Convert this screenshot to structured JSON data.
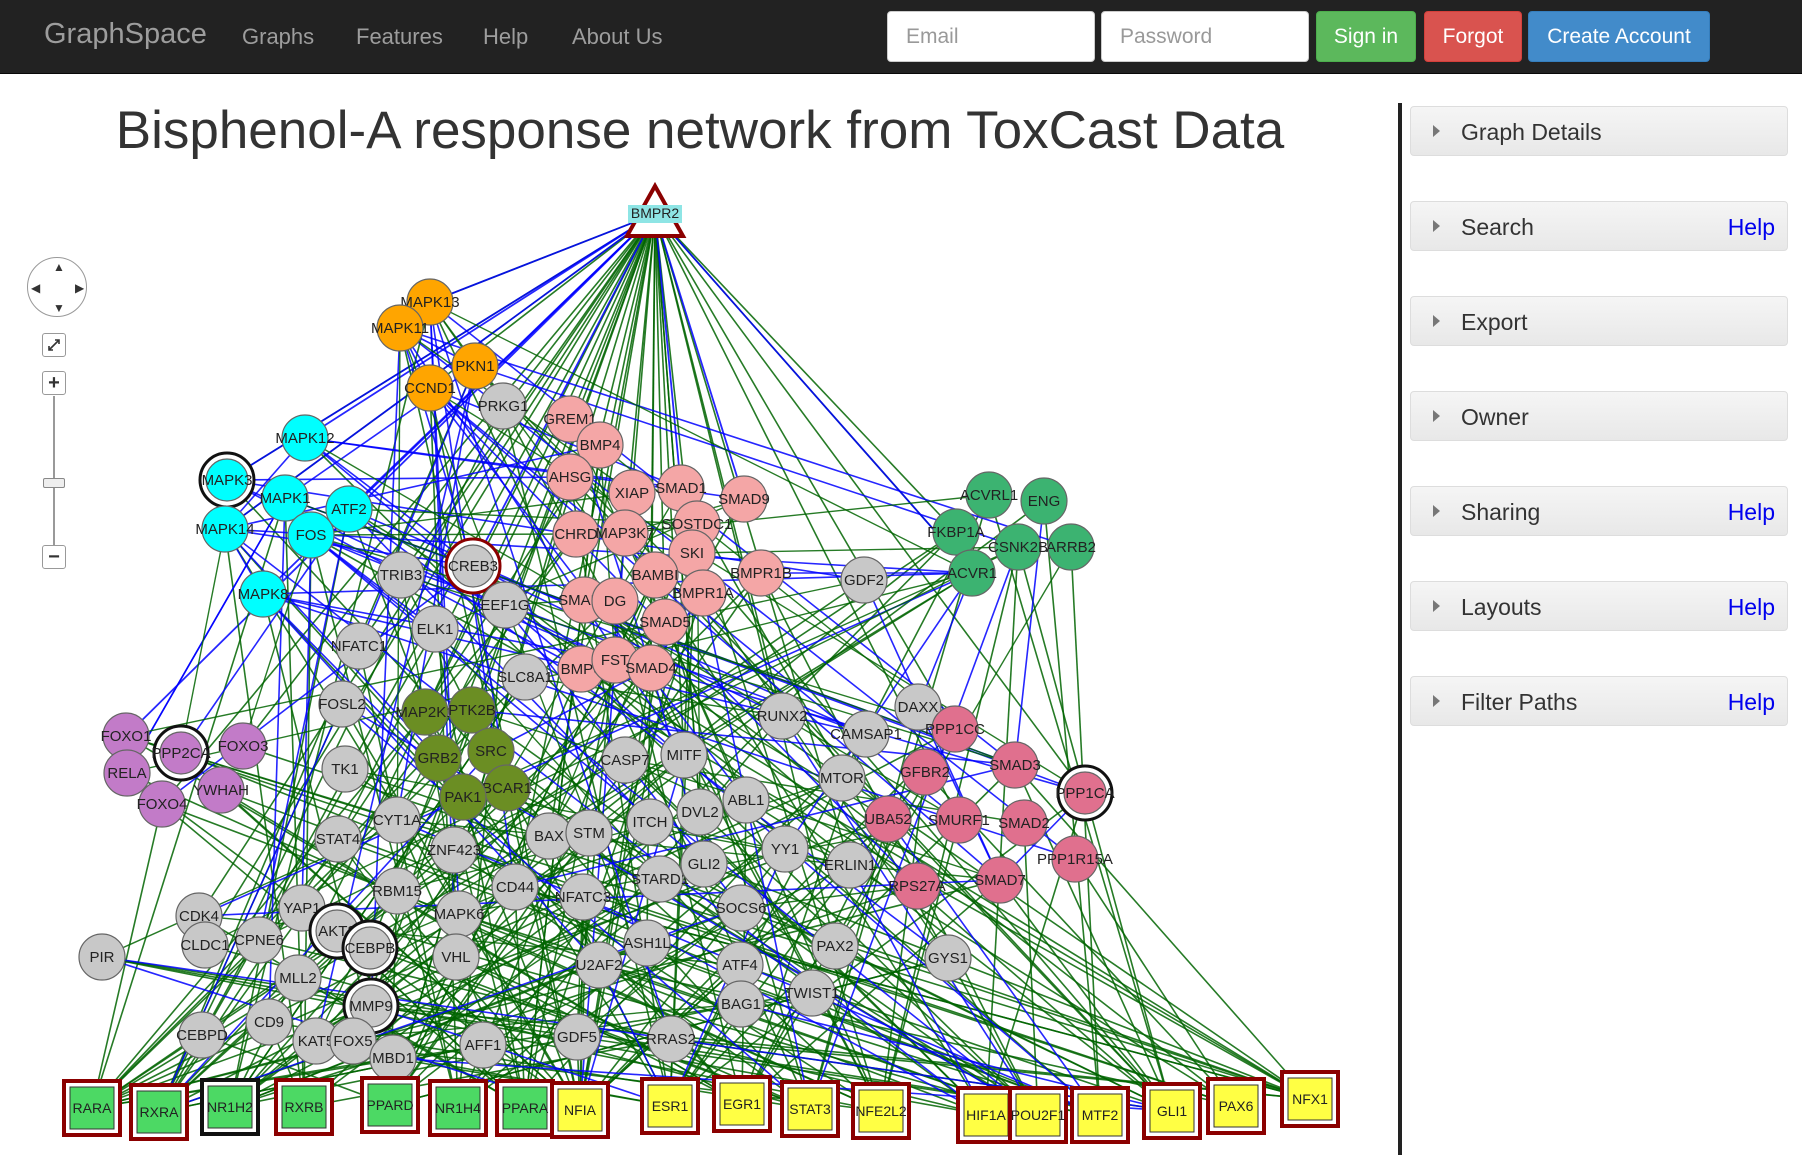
{
  "navbar": {
    "brand": "GraphSpace",
    "links": [
      "Graphs",
      "Features",
      "Help",
      "About Us"
    ],
    "email_placeholder": "Email",
    "password_placeholder": "Password",
    "signin_label": "Sign in",
    "forgot_label": "Forgot",
    "create_label": "Create Account"
  },
  "graph": {
    "title": "Bisphenol-A response network from ToxCast Data",
    "colors": {
      "orange": "#ffa500",
      "cyan": "#00ffff",
      "pink": "#f4a6a6",
      "green": "#3cb371",
      "gray": "#c8c8c8",
      "olive": "#6b8e23",
      "purple": "#c27bc8",
      "rose": "#e0708e",
      "receptor_green": "#4cd964",
      "receptor_yellow": "#ffff44",
      "edge_blue": "#0000ff",
      "edge_green": "#006400",
      "border_red": "#8b0000"
    },
    "nodes": [
      {
        "id": "BMPR2",
        "group": "source"
      },
      {
        "id": "MAPK13",
        "group": "orange"
      },
      {
        "id": "MAPK11",
        "group": "orange"
      },
      {
        "id": "PKN1",
        "group": "orange"
      },
      {
        "id": "CCND1",
        "group": "orange"
      },
      {
        "id": "PRKG1",
        "group": "gray"
      },
      {
        "id": "MAPK12",
        "group": "cyan"
      },
      {
        "id": "MAPK3",
        "group": "cyan",
        "ring": true
      },
      {
        "id": "MAPK1",
        "group": "cyan"
      },
      {
        "id": "ATF2",
        "group": "cyan"
      },
      {
        "id": "MAPK14",
        "group": "cyan"
      },
      {
        "id": "FOS",
        "group": "cyan"
      },
      {
        "id": "MAPK8",
        "group": "cyan"
      },
      {
        "id": "GREM1",
        "group": "pink"
      },
      {
        "id": "BMP4",
        "group": "pink"
      },
      {
        "id": "AHSG",
        "group": "pink"
      },
      {
        "id": "XIAP",
        "group": "pink"
      },
      {
        "id": "SMAD1",
        "group": "pink"
      },
      {
        "id": "SMAD9",
        "group": "pink"
      },
      {
        "id": "CHRD",
        "group": "pink"
      },
      {
        "id": "MAP3K7",
        "group": "pink"
      },
      {
        "id": "SOSTDC1",
        "group": "pink"
      },
      {
        "id": "SKI",
        "group": "pink"
      },
      {
        "id": "BAMBI",
        "group": "pink"
      },
      {
        "id": "BMPR1B",
        "group": "pink"
      },
      {
        "id": "SMAD6",
        "group": "pink"
      },
      {
        "id": "DG",
        "group": "pink"
      },
      {
        "id": "BMPR1A",
        "group": "pink"
      },
      {
        "id": "SMAD5",
        "group": "pink"
      },
      {
        "id": "BMP6",
        "group": "pink"
      },
      {
        "id": "FST",
        "group": "pink"
      },
      {
        "id": "SMAD4",
        "group": "pink"
      },
      {
        "id": "ACVRL1",
        "group": "green"
      },
      {
        "id": "ENG",
        "group": "green"
      },
      {
        "id": "FKBP1A",
        "group": "green"
      },
      {
        "id": "CSNK2B",
        "group": "green"
      },
      {
        "id": "ARRB2",
        "group": "green"
      },
      {
        "id": "ACVR1",
        "group": "green"
      },
      {
        "id": "GDF2",
        "group": "gray"
      },
      {
        "id": "CREB3",
        "group": "gray",
        "ring": true
      },
      {
        "id": "TRIB3",
        "group": "gray"
      },
      {
        "id": "EEF1G",
        "group": "gray"
      },
      {
        "id": "ELK1",
        "group": "gray"
      },
      {
        "id": "NFATC1",
        "group": "gray"
      },
      {
        "id": "SLC8A1",
        "group": "gray"
      },
      {
        "id": "FOSL2",
        "group": "gray"
      },
      {
        "id": "MAP2K1",
        "group": "olive"
      },
      {
        "id": "PTK2B",
        "group": "olive"
      },
      {
        "id": "GRB2",
        "group": "olive"
      },
      {
        "id": "SRC",
        "group": "olive"
      },
      {
        "id": "BCAR1",
        "group": "olive"
      },
      {
        "id": "PAK1",
        "group": "olive"
      },
      {
        "id": "RUNX2",
        "group": "gray"
      },
      {
        "id": "DAXX",
        "group": "gray"
      },
      {
        "id": "CAMSAP1",
        "group": "gray"
      },
      {
        "id": "PPP1CC",
        "group": "rose"
      },
      {
        "id": "GFBR2",
        "group": "rose"
      },
      {
        "id": "SMAD3",
        "group": "rose"
      },
      {
        "id": "PPP1CA",
        "group": "rose",
        "ring": true
      },
      {
        "id": "FOXO1",
        "group": "purple"
      },
      {
        "id": "PPP2CA",
        "group": "purple",
        "ring": true
      },
      {
        "id": "FOXO3",
        "group": "purple"
      },
      {
        "id": "RELA",
        "group": "purple"
      },
      {
        "id": "YWHAH",
        "group": "purple"
      },
      {
        "id": "FOXO4",
        "group": "purple"
      },
      {
        "id": "TK1",
        "group": "gray"
      },
      {
        "id": "CASP7",
        "group": "gray"
      },
      {
        "id": "MITF",
        "group": "gray"
      },
      {
        "id": "MTOR",
        "group": "gray"
      },
      {
        "id": "UBA52",
        "group": "rose"
      },
      {
        "id": "SMURF1",
        "group": "rose"
      },
      {
        "id": "SMAD2",
        "group": "rose"
      },
      {
        "id": "PPP1R15A",
        "group": "rose"
      },
      {
        "id": "STAT4",
        "group": "gray"
      },
      {
        "id": "CYT1A",
        "group": "gray"
      },
      {
        "id": "ZNF423",
        "group": "gray"
      },
      {
        "id": "BAX",
        "group": "gray"
      },
      {
        "id": "STM",
        "group": "gray"
      },
      {
        "id": "ITCH",
        "group": "gray"
      },
      {
        "id": "DVL2",
        "group": "gray"
      },
      {
        "id": "ABL1",
        "group": "gray"
      },
      {
        "id": "YY1",
        "group": "gray"
      },
      {
        "id": "ERLIN1",
        "group": "gray"
      },
      {
        "id": "RPS27A",
        "group": "rose"
      },
      {
        "id": "SMAD7",
        "group": "rose"
      },
      {
        "id": "CDK4",
        "group": "gray"
      },
      {
        "id": "YAP1",
        "group": "gray"
      },
      {
        "id": "RBM15",
        "group": "gray"
      },
      {
        "id": "CD44",
        "group": "gray"
      },
      {
        "id": "NFATC3",
        "group": "gray"
      },
      {
        "id": "STARD1",
        "group": "gray"
      },
      {
        "id": "GLI2",
        "group": "gray"
      },
      {
        "id": "SOCS6",
        "group": "gray"
      },
      {
        "id": "PIR",
        "group": "gray"
      },
      {
        "id": "CLDC1",
        "group": "gray"
      },
      {
        "id": "CPNE6",
        "group": "gray"
      },
      {
        "id": "AKT2",
        "group": "gray",
        "ring": true
      },
      {
        "id": "CEBPB",
        "group": "gray",
        "ring": true
      },
      {
        "id": "MAPK6",
        "group": "gray"
      },
      {
        "id": "VHL",
        "group": "gray"
      },
      {
        "id": "ASH1L",
        "group": "gray"
      },
      {
        "id": "U2AF2",
        "group": "gray"
      },
      {
        "id": "ATF4",
        "group": "gray"
      },
      {
        "id": "PAX2",
        "group": "gray"
      },
      {
        "id": "GYS1",
        "group": "gray"
      },
      {
        "id": "MLL2",
        "group": "gray"
      },
      {
        "id": "MMP9",
        "group": "gray",
        "ring": true
      },
      {
        "id": "TWIST1",
        "group": "gray"
      },
      {
        "id": "BAG1",
        "group": "gray"
      },
      {
        "id": "CEBPD",
        "group": "gray"
      },
      {
        "id": "CD9",
        "group": "gray"
      },
      {
        "id": "KAT5",
        "group": "gray"
      },
      {
        "id": "FOX5",
        "group": "gray"
      },
      {
        "id": "MBD1",
        "group": "gray"
      },
      {
        "id": "AFF1",
        "group": "gray"
      },
      {
        "id": "GDF5",
        "group": "gray"
      },
      {
        "id": "RRAS2",
        "group": "gray"
      },
      {
        "id": "RARA",
        "group": "receptor_green"
      },
      {
        "id": "RXRA",
        "group": "receptor_green"
      },
      {
        "id": "NR1H2",
        "group": "receptor_green",
        "ring": true
      },
      {
        "id": "RXRB",
        "group": "receptor_green"
      },
      {
        "id": "PPARD",
        "group": "receptor_green"
      },
      {
        "id": "NR1H4",
        "group": "receptor_green"
      },
      {
        "id": "PPARA",
        "group": "receptor_green"
      },
      {
        "id": "NFIA",
        "group": "receptor_yellow"
      },
      {
        "id": "ESR1",
        "group": "receptor_yellow"
      },
      {
        "id": "EGR1",
        "group": "receptor_yellow"
      },
      {
        "id": "STAT3",
        "group": "receptor_yellow"
      },
      {
        "id": "NFE2L2",
        "group": "receptor_yellow"
      },
      {
        "id": "HIF1A",
        "group": "receptor_yellow"
      },
      {
        "id": "POU2F1",
        "group": "receptor_yellow"
      },
      {
        "id": "MTF2",
        "group": "receptor_yellow"
      },
      {
        "id": "GLI1",
        "group": "receptor_yellow"
      },
      {
        "id": "PAX6",
        "group": "receptor_yellow"
      },
      {
        "id": "NFX1",
        "group": "receptor_yellow"
      }
    ]
  },
  "navigator": {
    "fit_icon": "expand-arrows-icon",
    "zoom_in_label": "+",
    "zoom_out_label": "−"
  },
  "sidebar": {
    "panels": [
      {
        "title": "Graph Details",
        "help": ""
      },
      {
        "title": "Search",
        "help": "Help"
      },
      {
        "title": "Export",
        "help": ""
      },
      {
        "title": "Owner",
        "help": ""
      },
      {
        "title": "Sharing",
        "help": "Help"
      },
      {
        "title": "Layouts",
        "help": "Help"
      },
      {
        "title": "Filter Paths",
        "help": "Help"
      }
    ]
  }
}
